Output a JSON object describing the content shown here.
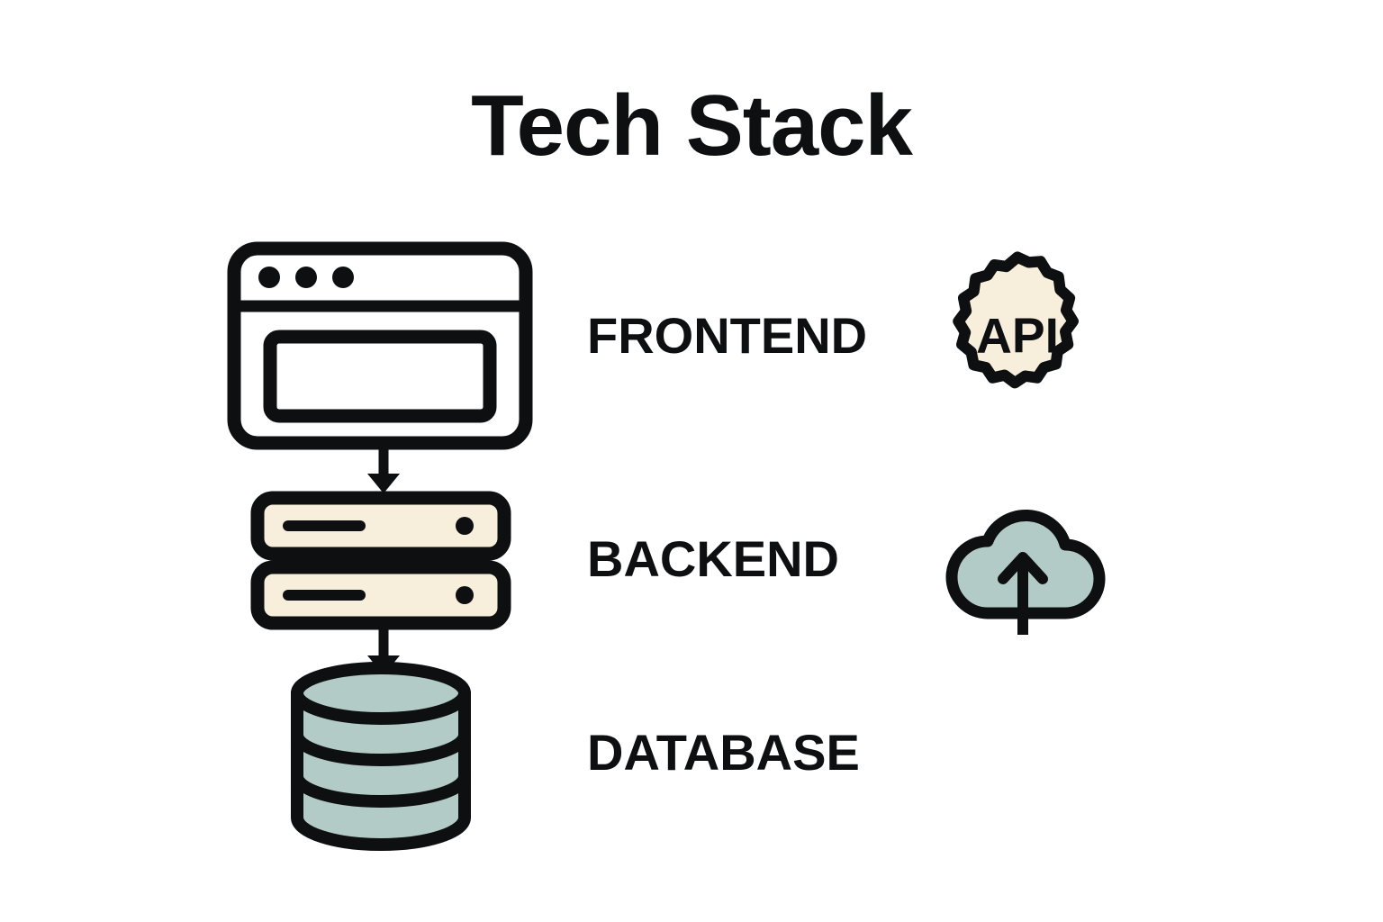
{
  "diagram": {
    "title": "Tech Stack",
    "background_color": "#FFFFFF",
    "stroke_color": "#0D0F11",
    "palette": {
      "cream": "#F7EFDC",
      "sage": "#B3CBC6",
      "ink": "#0D0F11",
      "white": "#FFFFFF"
    },
    "layers": [
      {
        "id": "frontend",
        "label": "FRONTEND",
        "icon": "browser-window-icon",
        "icon_fill": "#FFFFFF",
        "side_icon": "gear-api-icon",
        "side_icon_label": "API",
        "side_icon_fill": "#F7EFDC"
      },
      {
        "id": "backend",
        "label": "BACKEND",
        "icon": "server-racks-icon",
        "icon_fill": "#F7EFDC",
        "side_icon": "cloud-upload-icon",
        "side_icon_label": "",
        "side_icon_fill": "#B3CBC6"
      },
      {
        "id": "database",
        "label": "DATABASE",
        "icon": "database-cylinder-icon",
        "icon_fill": "#B3CBC6",
        "side_icon": "",
        "side_icon_label": "",
        "side_icon_fill": ""
      }
    ],
    "connectors": [
      {
        "id": "frontend-to-backend",
        "icon": "arrow-down-icon",
        "from": "frontend",
        "to": "backend"
      },
      {
        "id": "backend-to-database",
        "icon": "arrow-down-icon",
        "from": "backend",
        "to": "database"
      }
    ],
    "badges": {
      "api_text": "API"
    }
  }
}
